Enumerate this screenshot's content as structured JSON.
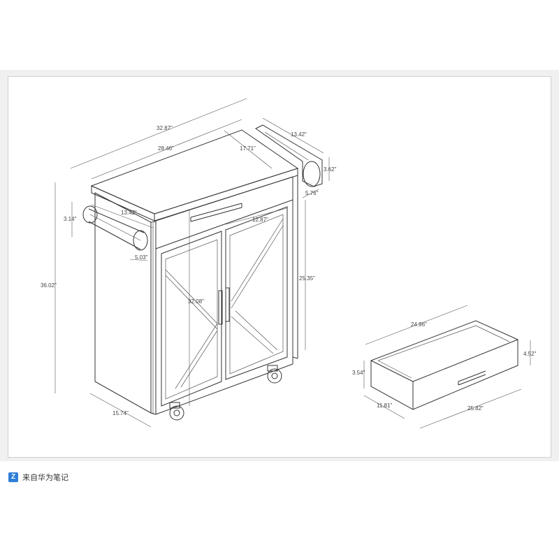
{
  "dimensions": {
    "total_width": "32.87\"",
    "top_width": "28.46\"",
    "side_depth": "13.42\"",
    "top_depth": "17.71\"",
    "rail_height": "3.62\"",
    "rail_offset": "5.76\"",
    "total_height": "36.02\"",
    "towel_bar_height": "3.14\"",
    "towel_bar_length": "13.42\"",
    "towel_bar_offset": "5.03\"",
    "door_width": "12.87\"",
    "inner_height": "32.08\"",
    "cabinet_height": "25.35\"",
    "base_depth": "15.74\"",
    "drawer_width": "24.96\"",
    "drawer_height": "4.52\"",
    "drawer_side_height": "3.54\"",
    "drawer_depth": "11.81\"",
    "drawer_front_width": "25.82\""
  },
  "footer": {
    "logo": "Z",
    "text": "来自华为笔记"
  }
}
